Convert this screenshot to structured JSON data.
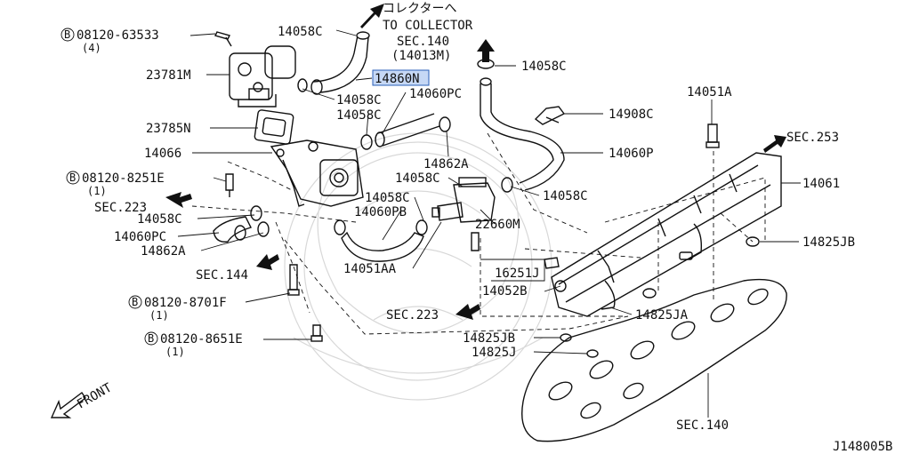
{
  "diagram_id": "J148005B",
  "direction": "FRONT",
  "collector_note": {
    "jp": "コレクターへ",
    "en": "TO COLLECTOR",
    "sec": "SEC.140",
    "part": "(14013M)"
  },
  "highlight_color": "#c6d8f5",
  "bolts": [
    {
      "code": "08120-63533",
      "qty": "(4)"
    },
    {
      "code": "08120-8251E",
      "qty": "(1)"
    },
    {
      "code": "08120-8701F",
      "qty": "(1)"
    },
    {
      "code": "08120-8651E",
      "qty": "(1)"
    }
  ],
  "bolt_symbol": "B",
  "parts": {
    "p14058c_top": "14058C",
    "p23781m": "23781M",
    "p14860n": "14860N",
    "p14058c_a": "14058C",
    "p14058c_b": "14058C",
    "p14060pc_top": "14060PC",
    "p23785n": "23785N",
    "p14066": "14066",
    "p14862a_mid": "14862A",
    "p14058c_c": "14058C",
    "p14058c_d": "14058C",
    "p14060pb": "14060PB",
    "p14058c_e": "14058C",
    "p14060pc_left": "14060PC",
    "p14862a_left": "14862A",
    "p14051aa": "14051AA",
    "p22660m": "22660M",
    "p14058c_right": "14058C",
    "p14060p": "14060P",
    "p14908c": "14908C",
    "p14058c_far": "14058C",
    "p14051a": "14051A",
    "p14061": "14061",
    "p14825jb_right": "14825JB",
    "p16251j": "16251J",
    "p14052b": "14052B",
    "p14825ja": "14825JA",
    "p14825jb_bottom": "14825JB",
    "p14825j": "14825J"
  },
  "sections": {
    "sec253": "SEC.253",
    "sec223_left": "SEC.223",
    "sec144": "SEC.144",
    "sec223_bottom": "SEC.223",
    "sec140_bottom": "SEC.140"
  }
}
